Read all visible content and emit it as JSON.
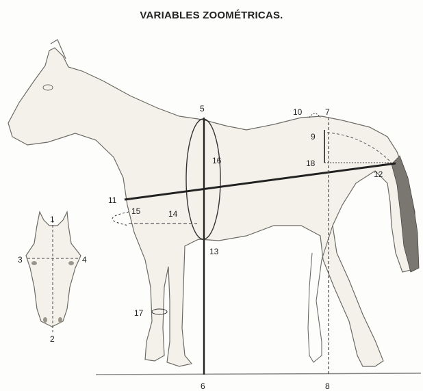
{
  "title": "VARIABLES ZOOMÉTRICAS.",
  "labels": [
    "1",
    "2",
    "3",
    "4",
    "5",
    "6",
    "7",
    "8",
    "9",
    "10",
    "11",
    "12",
    "13",
    "14",
    "15",
    "16",
    "17",
    "18"
  ]
}
